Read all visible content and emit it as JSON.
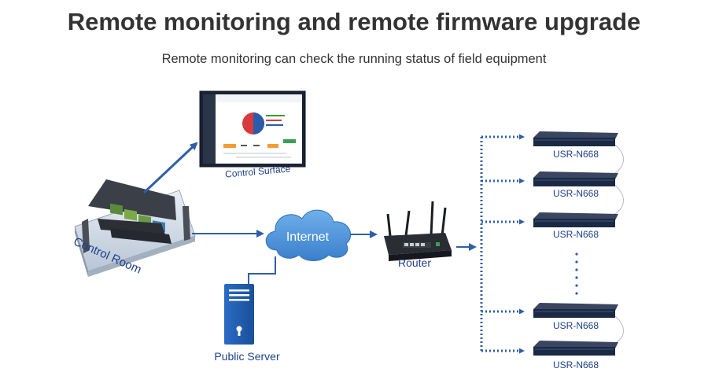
{
  "header": {
    "title": "Remote monitoring and remote firmware upgrade",
    "subtitle": "Remote monitoring can check the running status of field equipment"
  },
  "nodes": {
    "control_surface": "Control Surface",
    "control_room": "Control Room",
    "internet": "Internet",
    "router": "Router",
    "public_server": "Public Server"
  },
  "devices": [
    {
      "label": "USR-N668"
    },
    {
      "label": "USR-N668"
    },
    {
      "label": "USR-N668"
    },
    {
      "label": "USR-N668"
    },
    {
      "label": "USR-N668"
    }
  ],
  "colors": {
    "link_blue": "#2f5fa6",
    "cloud_blue": "#4a90d9",
    "server_blue": "#1f5fb3",
    "device_dark": "#1b2a44",
    "label_blue": "#1e3f88"
  }
}
